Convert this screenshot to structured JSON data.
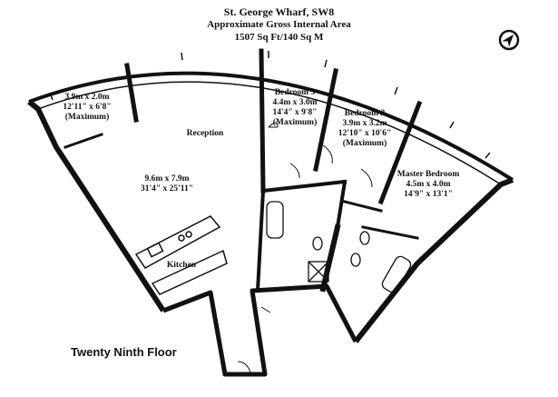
{
  "header": {
    "title": "St. George Wharf, SW8",
    "area_label": "Approximate Gross Internal Area",
    "area_value": "1507 Sq Ft/140 Sq M"
  },
  "floor_label": "Twenty Ninth Floor",
  "rooms": {
    "balcony": {
      "line1": "3.9m x 2.0m",
      "line2": "12'11\" x 6'8\"",
      "line3": "(Maximum)"
    },
    "reception": {
      "name": "Reception",
      "line1": "9.6m x 7.9m",
      "line2": "31'4\" x 25'11\""
    },
    "kitchen": {
      "name": "Kitchen"
    },
    "bedroom3": {
      "name": "Bedroom 3",
      "line1": "4.4m x 3.0m",
      "line2": "14'4\" x 9'8\"",
      "line3": "(Maximum)"
    },
    "bedroom2": {
      "name": "Bedroom 2",
      "line1": "3.9m x 3.2m",
      "line2": "12'10\" x 10'6\"",
      "line3": "(Maximum)"
    },
    "master": {
      "name": "Master Bedroom",
      "line1": "4.5m x 4.0m",
      "line2": "14'9\" x 13'1\""
    }
  },
  "compass_icon": "north-arrow-icon"
}
